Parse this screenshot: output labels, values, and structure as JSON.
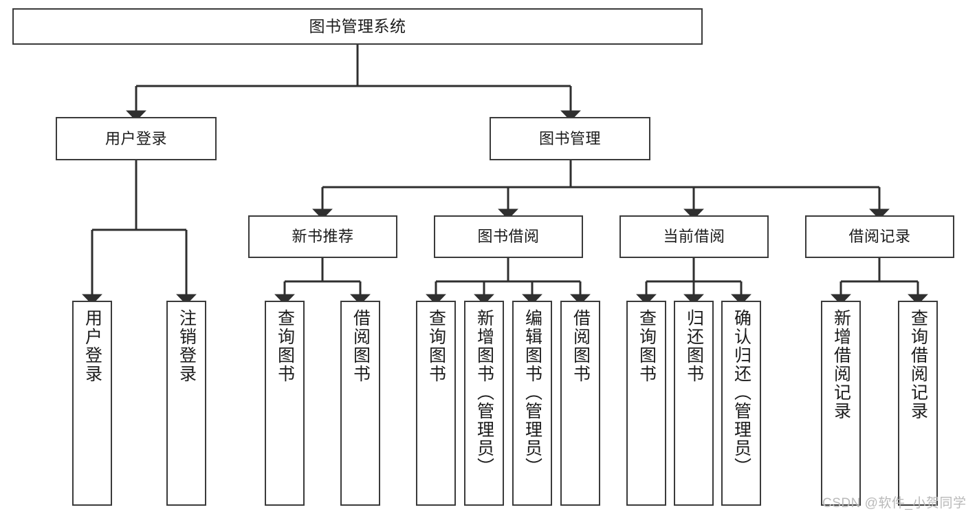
{
  "diagram": {
    "title": "图书管理系统",
    "type": "hierarchy-tree",
    "orientation": "top-down",
    "colors": {
      "box_border": "#3a3a3a",
      "box_fill": "#ffffff",
      "connector": "#2f2f2f",
      "text": "#1b1b1b",
      "watermark": "#b9b9b9"
    },
    "levels": {
      "level1_label": "图书管理系统",
      "level2_labels": [
        "用户登录",
        "图书管理"
      ],
      "level3_labels": [
        "新书推荐",
        "图书借阅",
        "当前借阅",
        "借阅记录"
      ]
    },
    "nodes": {
      "root": {
        "label": "图书管理系统"
      },
      "user_login": {
        "label": "用户登录"
      },
      "book_manage": {
        "label": "图书管理"
      },
      "new_book_rec": {
        "label": "新书推荐"
      },
      "book_borrow": {
        "label": "图书借阅"
      },
      "current_borrow": {
        "label": "当前借阅"
      },
      "borrow_record": {
        "label": "借阅记录"
      },
      "leaf_user_login": {
        "label": "用户登录"
      },
      "leaf_logout": {
        "label": "注销登录"
      },
      "leaf_query_book_1": {
        "label": "查询图书"
      },
      "leaf_borrow_book_1": {
        "label": "借阅图书"
      },
      "leaf_query_book_2": {
        "label": "查询图书"
      },
      "leaf_add_book": {
        "label": "新增图书（管理员）"
      },
      "leaf_edit_book": {
        "label": "编辑图书（管理员）"
      },
      "leaf_borrow_book_2": {
        "label": "借阅图书"
      },
      "leaf_query_book_3": {
        "label": "查询图书"
      },
      "leaf_return_book": {
        "label": "归还图书"
      },
      "leaf_confirm_return": {
        "label": "确认归还（管理员）"
      },
      "leaf_add_record": {
        "label": "新增借阅记录"
      },
      "leaf_query_record": {
        "label": "查询借阅记录"
      }
    }
  },
  "watermark": {
    "text": "CSDN @软件_小贺同学"
  }
}
